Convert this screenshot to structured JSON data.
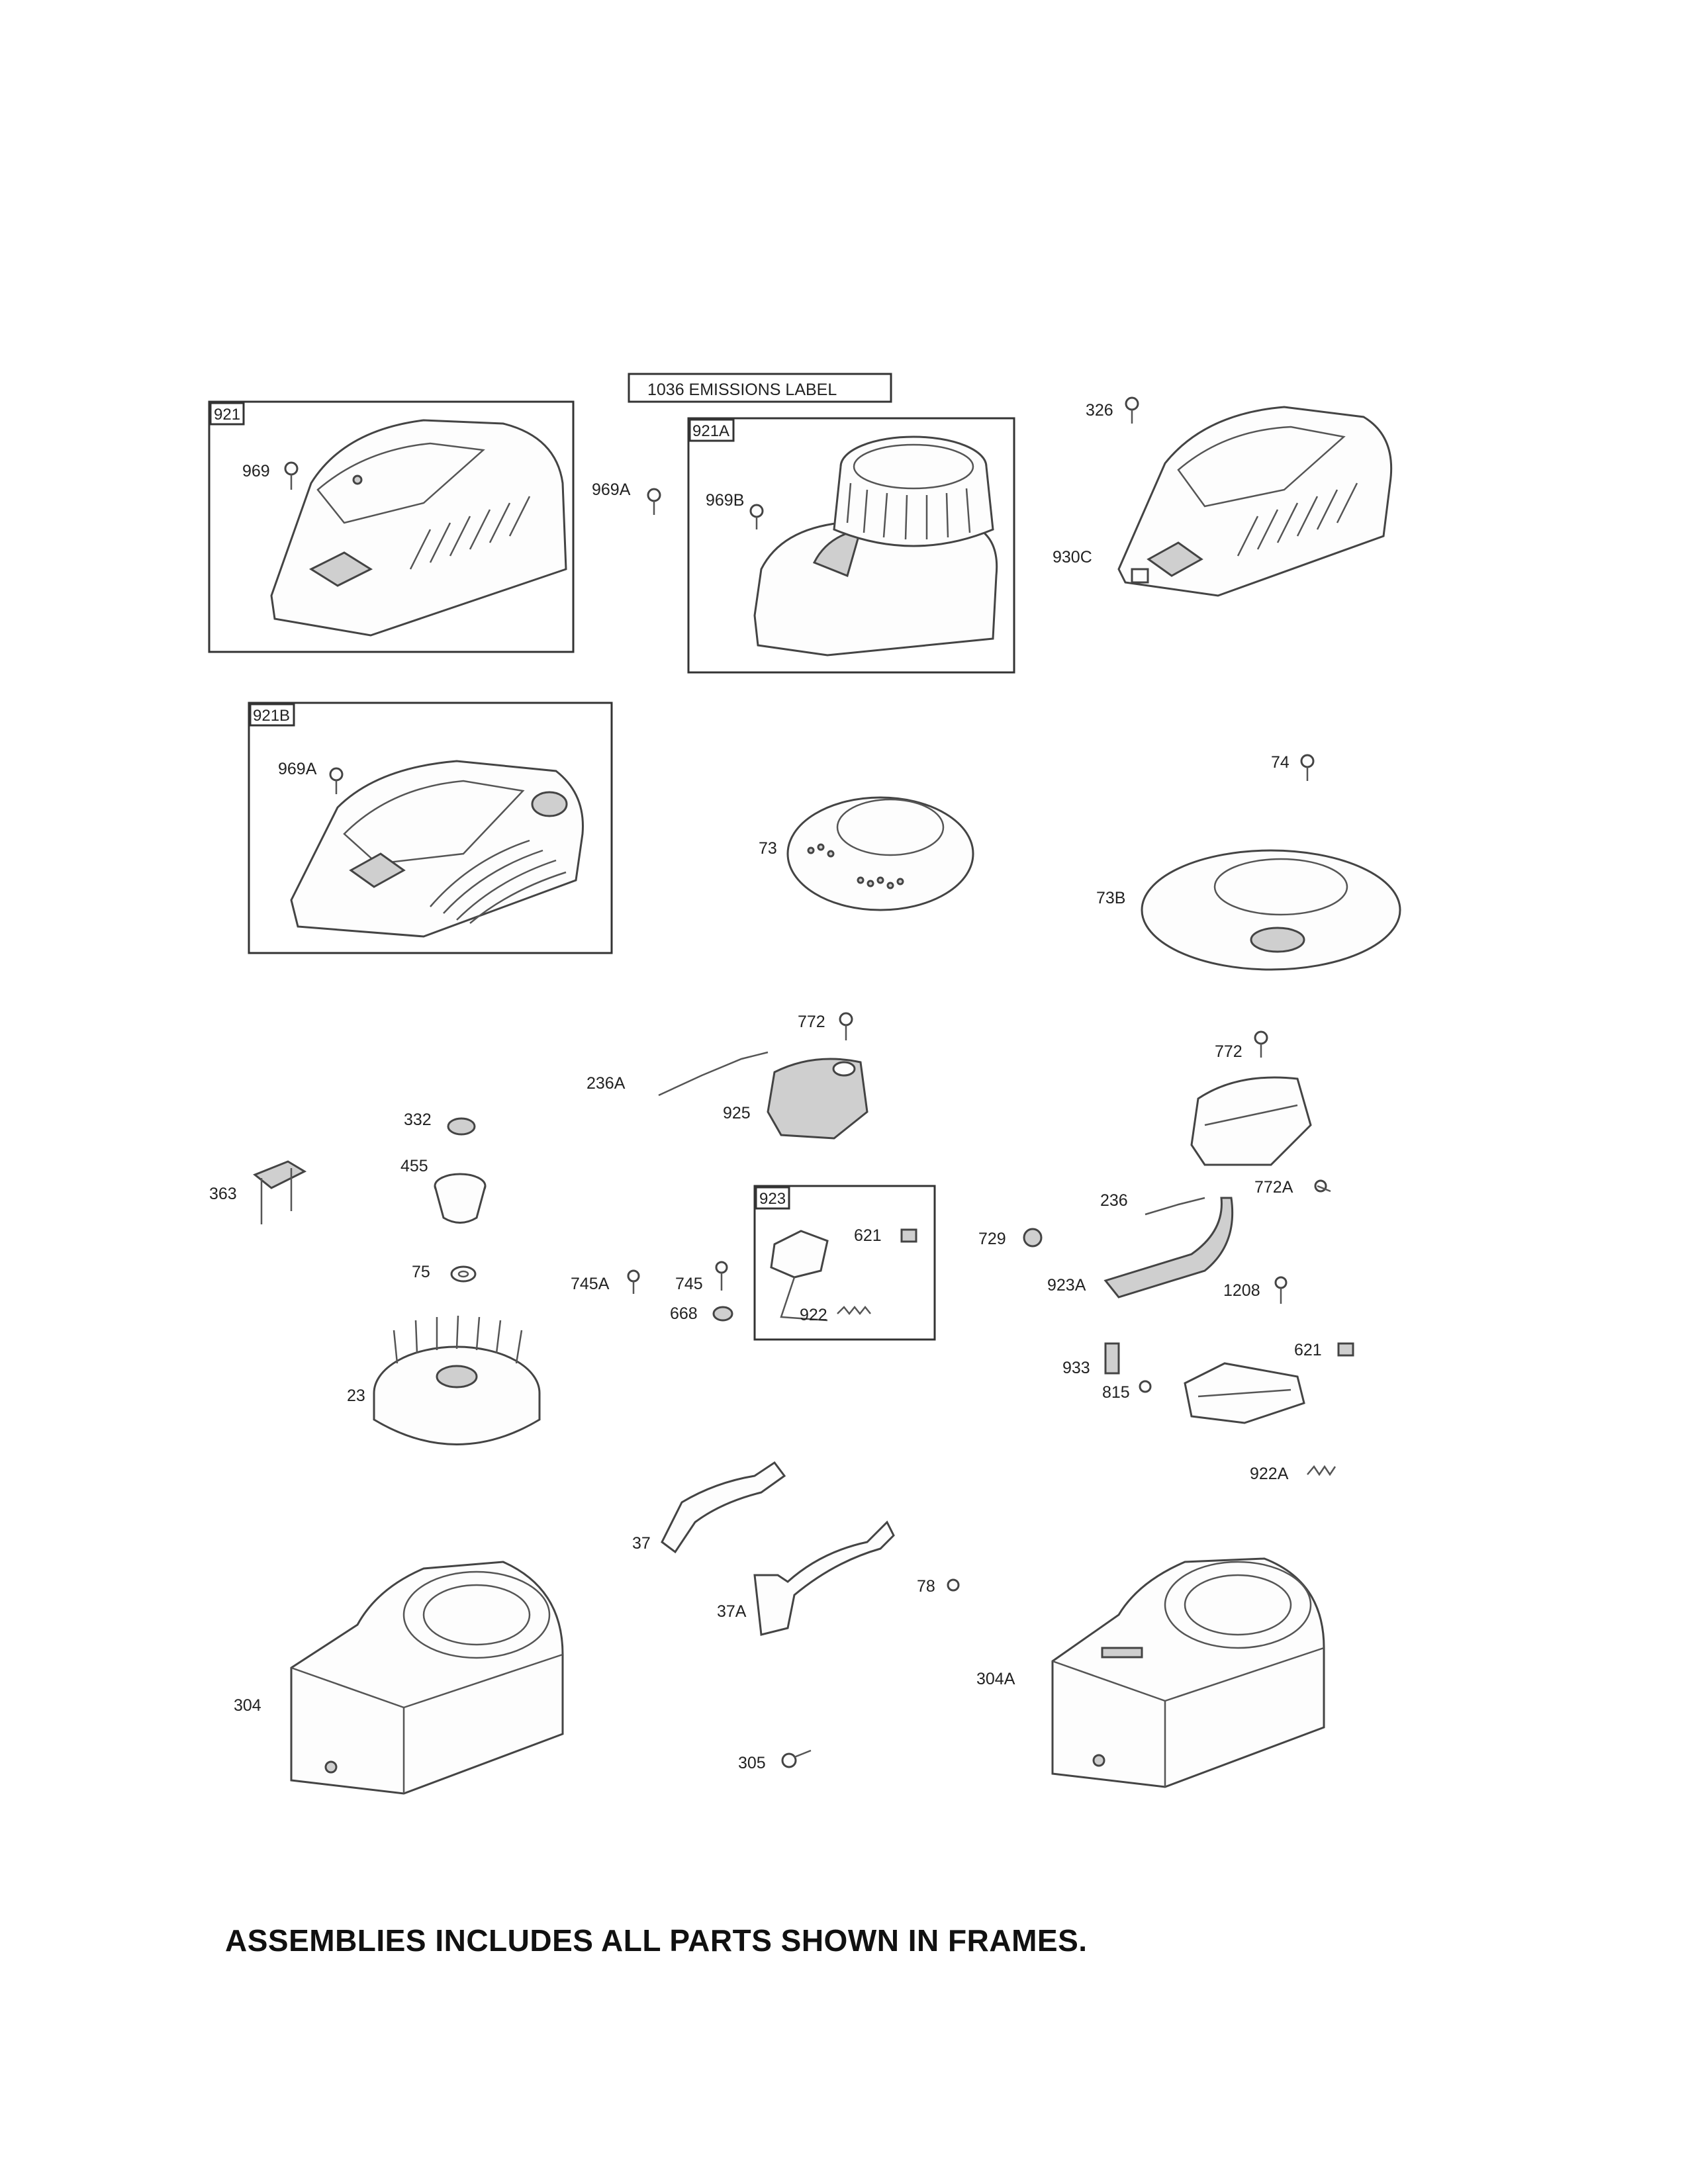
{
  "emissions_label": "1036 EMISSIONS LABEL",
  "frames": {
    "f921": "921",
    "f921a": "921A",
    "f921b": "921B",
    "f923": "923"
  },
  "labels": {
    "p969": "969",
    "p969a_1": "969A",
    "p969b": "969B",
    "p326": "326",
    "p930c": "930C",
    "p969a_2": "969A",
    "p74": "74",
    "p73": "73",
    "p73b": "73B",
    "p772_1": "772",
    "p236a": "236A",
    "p925": "925",
    "p772_2": "772",
    "p332": "332",
    "p455": "455",
    "p363": "363",
    "p75": "75",
    "p23": "23",
    "p745a": "745A",
    "p745": "745",
    "p668": "668",
    "p621_1": "621",
    "p922": "922",
    "p236": "236",
    "p772a": "772A",
    "p729": "729",
    "p923a": "923A",
    "p1208": "1208",
    "p933": "933",
    "p815": "815",
    "p621_2": "621",
    "p922a": "922A",
    "p37": "37",
    "p37a": "37A",
    "p78": "78",
    "p304": "304",
    "p304a": "304A",
    "p305": "305"
  },
  "footer_note": "ASSEMBLIES INCLUDES ALL PARTS SHOWN IN FRAMES."
}
